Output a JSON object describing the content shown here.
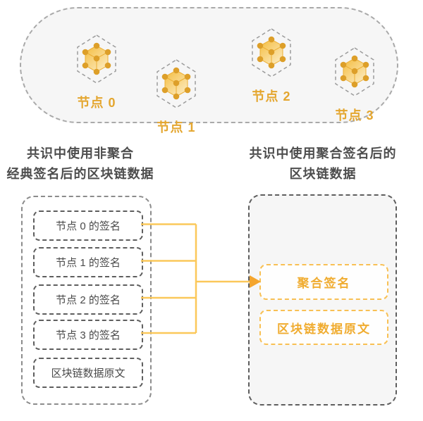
{
  "cluster": {
    "nodes": [
      {
        "label": "节点 0"
      },
      {
        "label": "节点 1"
      },
      {
        "label": "节点 2"
      },
      {
        "label": "节点 3"
      }
    ]
  },
  "sections": {
    "left": {
      "title_line1": "共识中使用非聚合",
      "title_line2": "经典签名后的区块链数据",
      "items": [
        "节点 0 的签名",
        "节点 1 的签名",
        "节点 2 的签名",
        "节点 3 的签名",
        "区块链数据原文"
      ]
    },
    "right": {
      "title_line1": "共识中使用聚合签名后的",
      "title_line2": "区块链数据",
      "items": [
        "聚合签名",
        "区块链数据原文"
      ]
    }
  },
  "colors": {
    "accent_yellow": "#f0ac30",
    "node_label": "#e4a62f",
    "connector_line": "#fbc85a",
    "arrowhead": "#f4a52d",
    "cube_dot": "#dd9f29",
    "title_text": "#4d4d4d",
    "panel_gray_bg": "#f6f6f6",
    "dashed_gray": "#8c8c8c"
  }
}
